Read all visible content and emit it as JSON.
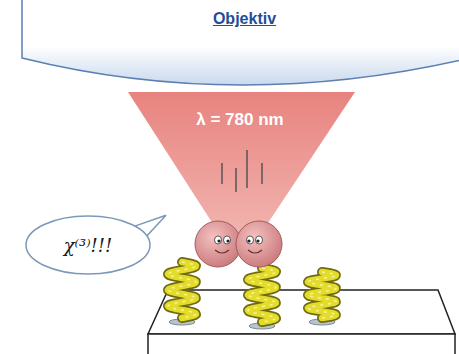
{
  "diagram": {
    "nodes": [
      {
        "text": [
          "Objektiv"
        ]
      },
      {
        "text": [
          "χ⁽³⁾!!!"
        ]
      }
    ],
    "labels": [
      "λ = 780 nm"
    ]
  }
}
